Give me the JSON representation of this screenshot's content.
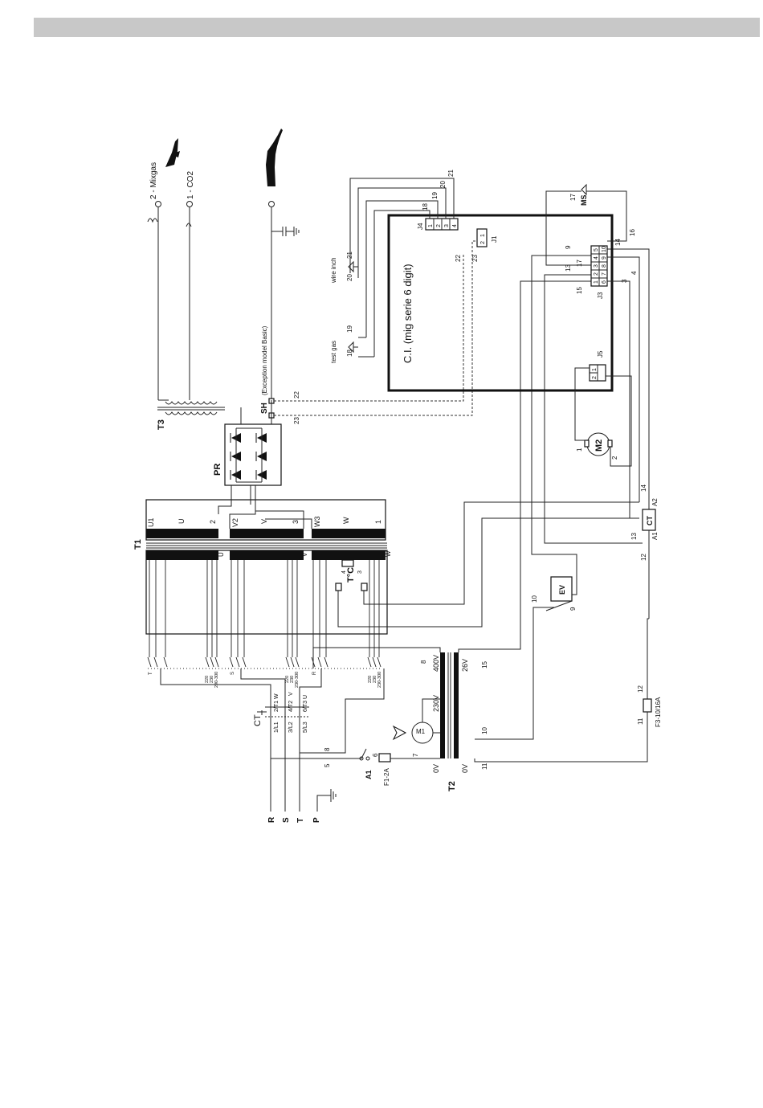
{
  "header": {
    "bar_color": "#c8c8c8"
  },
  "torch": {
    "mixgas": "2 - Mixgas",
    "co2": "1 - CO2"
  },
  "labels": {
    "t3": "T3",
    "sh": "SH",
    "sh_note": "(Exception model Basic)",
    "pr": "PR",
    "t1": "T1",
    "ct": "CT",
    "ct2": "CT",
    "a1": "A1",
    "a1b": "A1",
    "a2": "A2",
    "f1": "F1-2A",
    "f3": "F3-10/16A",
    "t2": "T2",
    "m1": "M1",
    "m2": "M2",
    "ev": "EV",
    "ms": "MS",
    "tc": "T°C",
    "test_gas": "test gas",
    "wire_inch": "wire inch",
    "ci": "C.I. (mig serie 6 digit)",
    "j1": "J1",
    "j3": "J3",
    "j4": "J4",
    "j5": "J5",
    "v400": "400V",
    "v230": "230V",
    "v26": "26V",
    "ov1": "0V",
    "ov2": "0V",
    "r": "R",
    "s": "S",
    "t": "T",
    "p": "P"
  },
  "t1": {
    "coils": [
      {
        "top": "U1",
        "mid": "U",
        "num": "2",
        "bot": "U"
      },
      {
        "top": "V2",
        "mid": "V",
        "num": "3",
        "bot": "V"
      },
      {
        "top": "W3",
        "mid": "W",
        "num": "1",
        "bot": "W"
      }
    ],
    "taps": [
      "220",
      "230",
      "290-300",
      "220",
      "230",
      "230-300",
      "220",
      "230",
      "230-300"
    ],
    "phase": [
      "T",
      "S",
      "R"
    ]
  },
  "ct_terms": {
    "l1": "1/L1",
    "t1": "2/T1",
    "l2": "3/L2",
    "t2": "4/T2",
    "l3": "5/L3",
    "t3": "6/T3",
    "w": "W",
    "v": "V",
    "u": "U"
  },
  "j4_pins": [
    "1",
    "2",
    "3",
    "4"
  ],
  "j3_top": [
    "1",
    "2",
    "3",
    "4",
    "5"
  ],
  "j3_bot": [
    "6",
    "7",
    "8",
    "9",
    "10"
  ],
  "j1_pins": [
    "1",
    "2"
  ],
  "j5_pins": [
    "1",
    "2"
  ],
  "wire_nums": {
    "n18a": "18",
    "n19a": "19",
    "n20a": "20",
    "n21a": "21",
    "n18b": "18",
    "n19b": "19",
    "n20b": "20",
    "n21b": "21",
    "n22a": "22",
    "n23a": "23",
    "n22b": "22",
    "n23b": "23",
    "n9": "9",
    "n14": "14",
    "n13": "13",
    "n17": "17",
    "n15": "15",
    "n4": "4",
    "n3": "3",
    "n16": "16",
    "n17b": "17",
    "n1": "1",
    "n2": "2",
    "n13b": "13",
    "n12": "12",
    "n14b": "14",
    "n10": "10",
    "n9b": "9",
    "n8": "8",
    "n15b": "15",
    "n12b": "12",
    "n11": "11",
    "n11b": "11",
    "n10b": "10",
    "n6": "6",
    "n7": "7",
    "n5": "5",
    "n8b": "8",
    "n4b": "4",
    "n3b": "3"
  }
}
